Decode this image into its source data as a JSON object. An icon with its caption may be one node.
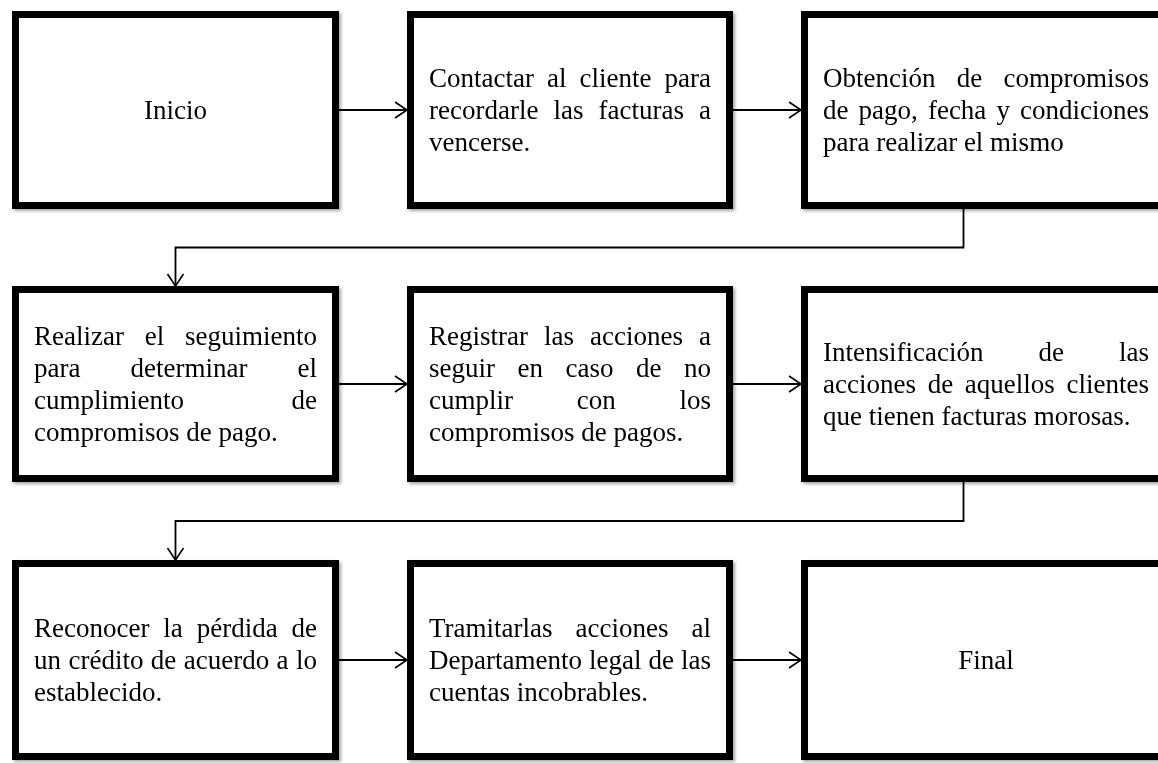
{
  "diagram": {
    "nodes": [
      {
        "text": [
          "Inicio"
        ]
      },
      {
        "text": [
          "Contactar al cliente para recordarle las facturas a vencerse."
        ]
      },
      {
        "text": [
          "Obtención de compromisos de pago, fecha y condiciones para realizar el mismo"
        ]
      },
      {
        "text": [
          "Realizar el seguimiento para determinar el cumplimiento de compromisos de pago."
        ]
      },
      {
        "text": [
          "Registrar las acciones a seguir en caso de no cumplir con los compromisos de pagos."
        ]
      },
      {
        "text": [
          "Intensificación de las acciones de aquellos clientes que tienen facturas morosas."
        ]
      },
      {
        "text": [
          "Reconocer la pérdida de un crédito de acuerdo a lo establecido."
        ]
      },
      {
        "text": [
          "Tramitarlas acciones al Departamento legal de las cuentas incobrables."
        ]
      },
      {
        "text": [
          "Final"
        ]
      }
    ],
    "edges": [
      {
        "from": 0,
        "to": 1,
        "arrow": "to"
      },
      {
        "from": 1,
        "to": 2,
        "arrow": "to"
      },
      {
        "from": 2,
        "to": 3,
        "arrow": "to"
      },
      {
        "from": 3,
        "to": 4,
        "arrow": "to"
      },
      {
        "from": 4,
        "to": 5,
        "arrow": "to"
      },
      {
        "from": 5,
        "to": 6,
        "arrow": "to"
      },
      {
        "from": 6,
        "to": 7,
        "arrow": "to"
      },
      {
        "from": 7,
        "to": 8,
        "arrow": "to"
      }
    ]
  }
}
